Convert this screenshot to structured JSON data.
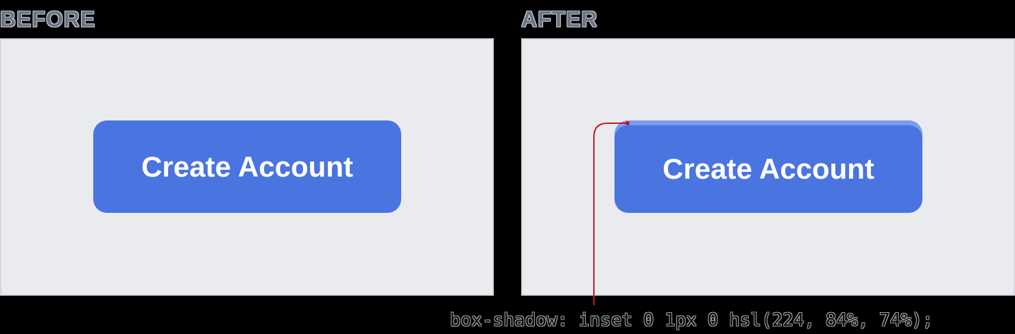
{
  "before": {
    "heading": "BEFORE",
    "button_label": "Create Account"
  },
  "after": {
    "heading": "AFTER",
    "button_label": "Create Account"
  },
  "annotation": {
    "code": "box-shadow: inset 0 1px 0 hsl(224, 84%, 74%);"
  },
  "colors": {
    "background": "#000000",
    "panel": "#eaebef",
    "panel_border": "#d5d7dc",
    "button": "#4a74e0",
    "button_highlight": "#7b9cec",
    "leader_line": "#c8102e",
    "heading": "#6b7280"
  }
}
